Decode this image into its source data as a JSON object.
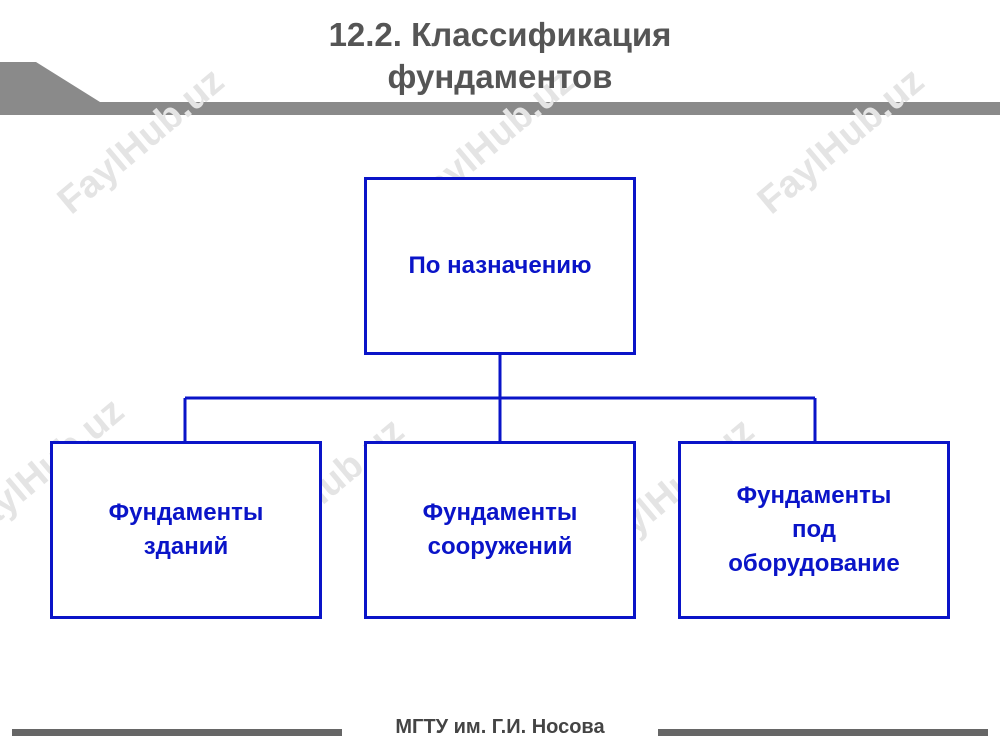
{
  "title": {
    "line1": "12.2. Классификация",
    "line2": "фундаментов"
  },
  "diagram": {
    "root": {
      "label": "По назначению"
    },
    "children": [
      {
        "lines": [
          "Фундаменты",
          "зданий"
        ]
      },
      {
        "lines": [
          "Фундаменты",
          "сооружений"
        ]
      },
      {
        "lines": [
          "Фундаменты",
          "под",
          "оборудование"
        ]
      }
    ]
  },
  "watermark": "FaylHub.uz",
  "footer": {
    "text": "МГТУ им. Г.И. Носова"
  },
  "colors": {
    "box_border": "#0a14c8",
    "text_blue": "#0a14c8",
    "header_gray": "#888888",
    "title_gray": "#555555"
  }
}
